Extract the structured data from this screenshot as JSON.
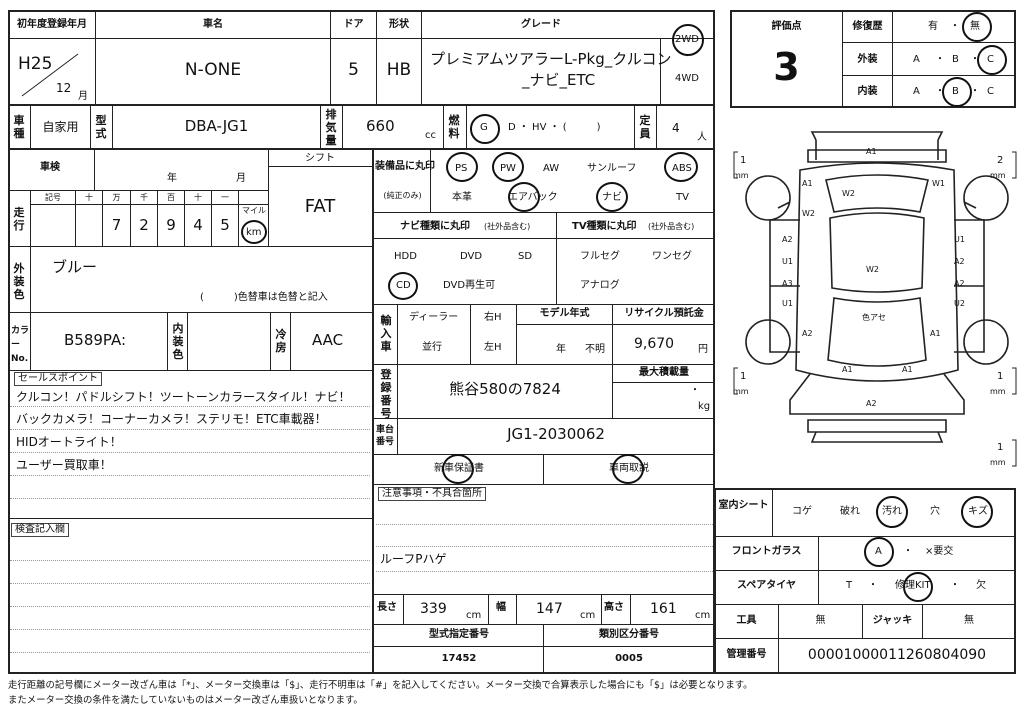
{
  "header": {
    "reg_year_label": "初年度登録年月",
    "car_name_label": "車名",
    "door_label": "ドア",
    "shape_label": "形状",
    "grade_label": "グレード",
    "reg_year": "H25",
    "reg_month": "12",
    "month_unit": "月",
    "car_name": "N-ONE",
    "doors": "5",
    "shape": "HB",
    "grade_line1": "プレミアムツアラーL-Pkg_クルコン",
    "grade_line2": "_ナビ_ETC",
    "drive_2wd": "2WD",
    "drive_dot": "・",
    "drive_4wd": "4WD"
  },
  "row2": {
    "vehicle_type_label": "車種",
    "usage": "自家用",
    "model_label": "型式",
    "model": "DBA-JG1",
    "displacement_label": "排気量",
    "displacement": "660",
    "cc": "cc",
    "fuel_label": "燃料",
    "fuel_g": "G",
    "fuel_options": "D ・ HV ・ (　　　)",
    "capacity_label": "定員",
    "capacity": "4",
    "person_unit": "人"
  },
  "inspection": {
    "label": "車検",
    "year": "年",
    "month": "月",
    "shift_label": "シフト",
    "shift": "FAT"
  },
  "mileage": {
    "label": "走行",
    "sign_label": "記号",
    "digit_labels": [
      "十",
      "万",
      "千",
      "百",
      "十",
      "一"
    ],
    "digits": [
      "",
      "7",
      "2",
      "9",
      "4",
      "5"
    ],
    "mile_label": "マイル",
    "km": "km"
  },
  "color": {
    "label": "外装色",
    "value": "ブルー",
    "note": "(　　　)色替車は色替と記入",
    "color_no_label": "カラーNo.",
    "color_no": "B589PA:",
    "interior_label": "内装色",
    "ac_label": "冷房",
    "ac": "AAC"
  },
  "sales_points": {
    "label": "セールスポイント",
    "lines": [
      "クルコン！パドルシフト！ツートーンカラースタイル！ナビ！",
      "バックカメラ！コーナーカメラ！ステリモ！ETC車載器！",
      "HIDオートライト！",
      "ユーザー買取車！"
    ]
  },
  "inspector_label": "検査記入欄",
  "equipment": {
    "label": "装備品に丸印",
    "sub": "(純正のみ)",
    "row1": [
      "PS",
      "PW",
      "AW",
      "サンルーフ",
      "ABS"
    ],
    "row2": [
      "本革",
      "エアバック",
      "ナビ",
      "TV"
    ]
  },
  "navi": {
    "label": "ナビ種類に丸印",
    "sub": "(社外品含む)",
    "items": [
      "HDD",
      "DVD",
      "SD",
      "CD",
      "DVD再生可"
    ]
  },
  "tv": {
    "label": "TV種類に丸印",
    "sub": "(社外品含む)",
    "items": [
      "フルセグ",
      "ワンセグ",
      "アナログ"
    ]
  },
  "import": {
    "label": "輸入車",
    "dealer": "ディーラー",
    "parallel": "並行",
    "right_h": "右H",
    "left_h": "左H",
    "model_year_label": "モデル年式",
    "year": "年",
    "unknown": "不明",
    "recycle_label": "リサイクル預託金",
    "recycle": "9,670",
    "yen": "円"
  },
  "registration": {
    "label": "登録番号",
    "value": "熊谷580の7824",
    "max_load_label": "最大積載量",
    "dot": "・",
    "kg": "kg"
  },
  "chassis": {
    "label": "車台番号",
    "value": "JG1-2030062"
  },
  "docs": {
    "warranty": "新車保証書",
    "manual": "車両取説"
  },
  "notes": {
    "label": "注意事項・不具合箇所",
    "text": "ルーフPハゲ"
  },
  "dimensions": {
    "length_label": "長さ",
    "length": "339",
    "width_label": "幅",
    "width": "147",
    "height_label": "高さ",
    "height": "161",
    "cm": "cm"
  },
  "type_numbers": {
    "type_designation_label": "型式指定番号",
    "type_designation": "17452",
    "category_label": "類別区分番号",
    "category": "0005"
  },
  "evaluation": {
    "score_label": "評価点",
    "score": "3",
    "repair_label": "修復歴",
    "repair_yes": "有",
    "repair_no": "無",
    "exterior_label": "外装",
    "interior_label": "内装",
    "grade_a": "A",
    "grade_b": "B",
    "grade_c": "C",
    "dot": "・"
  },
  "diagram": {
    "mm": "mm",
    "brackets": [
      "1",
      "2",
      "1",
      "1",
      "1"
    ],
    "labels": {
      "a1_top": "A1",
      "w2_l": "W2",
      "w1_r": "W1",
      "a1_lt": "A1",
      "w2_l2": "W2",
      "a2_l": "A2",
      "u1_l": "U1",
      "u1_r": "U1",
      "a2_r": "A2",
      "w2_c": "W2",
      "a3_l": "A3",
      "u1_l2": "U1",
      "a2_r2": "A2",
      "u2_r": "U2",
      "a2_l2": "A2",
      "a1_r2": "A1",
      "paint": "色アセ",
      "a1_b1": "A1",
      "a1_b2": "A1",
      "a2_bot": "A2"
    }
  },
  "interior": {
    "seat_label": "室内シート",
    "items": [
      "コゲ",
      "破れ",
      "汚れ",
      "穴",
      "キズ"
    ],
    "windshield_label": "フロントガラス",
    "ws_a": "A",
    "ws_dot": "・",
    "ws_replace": "×要交",
    "spare_label": "スペアタイヤ",
    "spare_t": "T",
    "spare_kit": "修理KIT",
    "spare_none": "欠",
    "dot": "・",
    "tool_label": "工具",
    "tool": "無",
    "jack_label": "ジャッキ",
    "jack": "無",
    "manage_label": "管理番号",
    "manage": "00001000011260804090"
  },
  "footer": {
    "line1": "走行距離の記号欄にメーター改ざん車は「*」、メーター交換車は「$」、走行不明車は「#」を記入してください。メーター交換で合算表示した場合にも「$」は必要となります。",
    "line2": "またメーター交換の条件を満たしていないものはメーター改ざん車扱いとなります。"
  }
}
